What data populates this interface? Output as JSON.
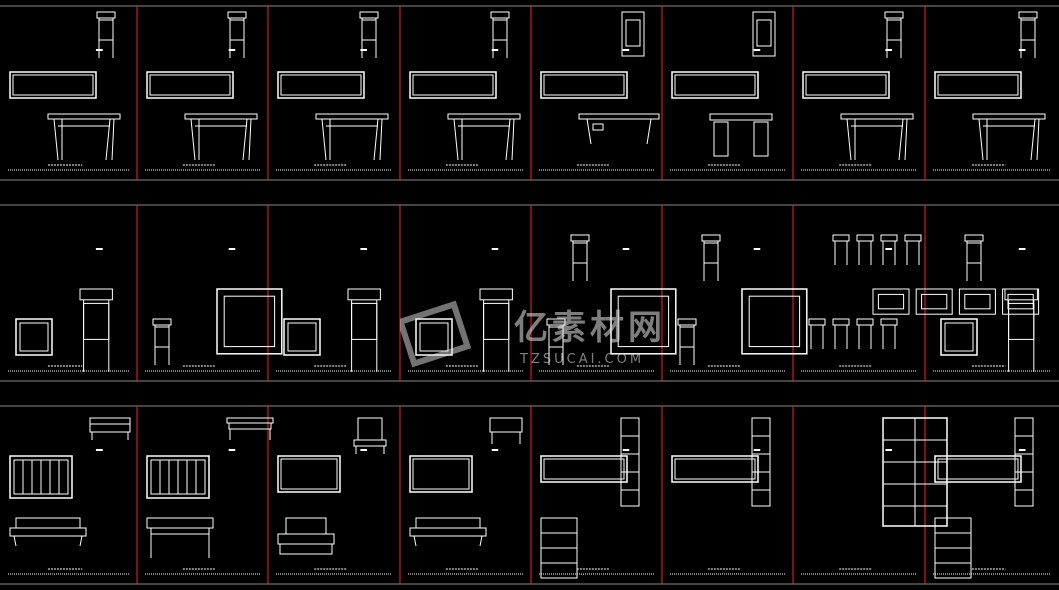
{
  "canvas": {
    "background": "#000000",
    "line_color": "#ffffff",
    "frame_color": "#ff2020"
  },
  "watermark": {
    "text": "亿素材网",
    "subtext": "TZSUCAI.COM"
  },
  "sheets": {
    "rows": 3,
    "columns": 8,
    "panels": [
      {
        "row": 0,
        "col": 0,
        "items": [
          "stand-tall",
          "panel-long",
          "table-long"
        ]
      },
      {
        "row": 0,
        "col": 1,
        "items": [
          "stand-tall",
          "panel-long",
          "table-long"
        ]
      },
      {
        "row": 0,
        "col": 2,
        "items": [
          "stand-tall",
          "panel-long",
          "table-long"
        ]
      },
      {
        "row": 0,
        "col": 3,
        "items": [
          "stand-tall",
          "panel-long",
          "table-long"
        ]
      },
      {
        "row": 0,
        "col": 4,
        "items": [
          "cabinet-small",
          "panel-long",
          "bench"
        ]
      },
      {
        "row": 0,
        "col": 5,
        "items": [
          "cabinet-small",
          "panel-long",
          "table-carved"
        ]
      },
      {
        "row": 0,
        "col": 6,
        "items": [
          "stand-tall",
          "panel-long",
          "table-long"
        ]
      },
      {
        "row": 0,
        "col": 7,
        "items": [
          "stand-tall",
          "panel-long",
          "table-long"
        ]
      },
      {
        "row": 1,
        "col": 0,
        "items": [
          "square",
          "stand-tall"
        ]
      },
      {
        "row": 1,
        "col": 1,
        "items": [
          "stand-tall",
          "square"
        ]
      },
      {
        "row": 1,
        "col": 2,
        "items": [
          "square",
          "stand-tall"
        ]
      },
      {
        "row": 1,
        "col": 3,
        "items": [
          "square",
          "stand-tall"
        ]
      },
      {
        "row": 1,
        "col": 4,
        "items": [
          "stand-tall",
          "square",
          "stand-tall"
        ]
      },
      {
        "row": 1,
        "col": 5,
        "items": [
          "stand-tall",
          "square",
          "stand-tall"
        ]
      },
      {
        "row": 1,
        "col": 6,
        "items": [
          "stools",
          "squares",
          "stools"
        ]
      },
      {
        "row": 1,
        "col": 7,
        "items": [
          "square",
          "stand-tall",
          "stand-tall"
        ]
      },
      {
        "row": 2,
        "col": 0,
        "items": [
          "daybed-small",
          "panel-grid",
          "daybed"
        ]
      },
      {
        "row": 2,
        "col": 1,
        "items": [
          "desk",
          "panel-grid",
          "table-wide"
        ]
      },
      {
        "row": 2,
        "col": 2,
        "items": [
          "chair",
          "panel-plain",
          "throne"
        ]
      },
      {
        "row": 2,
        "col": 3,
        "items": [
          "chair-small",
          "panel-plain",
          "daybed"
        ]
      },
      {
        "row": 2,
        "col": 4,
        "items": [
          "shelf-tall",
          "panel-long",
          "shelf"
        ]
      },
      {
        "row": 2,
        "col": 5,
        "items": [
          "shelf-tall",
          "panel-long"
        ]
      },
      {
        "row": 2,
        "col": 6,
        "items": [
          "bookcase"
        ]
      },
      {
        "row": 2,
        "col": 7,
        "items": [
          "shelf-tall",
          "panel-long",
          "shelf"
        ]
      }
    ]
  }
}
